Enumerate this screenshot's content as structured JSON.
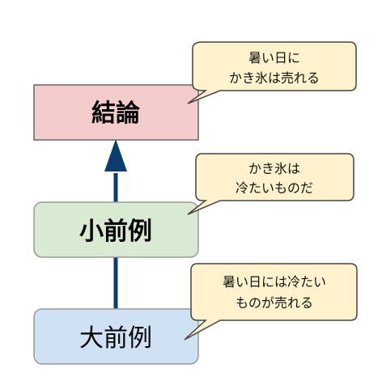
{
  "nodes": {
    "conclusion": {
      "label": "結論",
      "fill": "#f4cccc",
      "stroke": "#666666"
    },
    "minor_premise": {
      "label": "小前例",
      "fill": "#d9ead3",
      "stroke": "#999999"
    },
    "major_premise": {
      "label": "大前例",
      "fill": "#cfe2f3",
      "stroke": "#999999"
    }
  },
  "bubbles": {
    "conclusion": {
      "line1": "暑い日に",
      "line2": "かき氷は売れる"
    },
    "minor_premise": {
      "line1": "かき氷は",
      "line2": "冷たいものだ"
    },
    "major_premise": {
      "line1": "暑い日には冷たい",
      "line2": "ものが売れる"
    }
  },
  "colors": {
    "bubble_fill": "#fff2cc",
    "bubble_stroke": "#444444",
    "arrow": "#0b3d6e"
  }
}
